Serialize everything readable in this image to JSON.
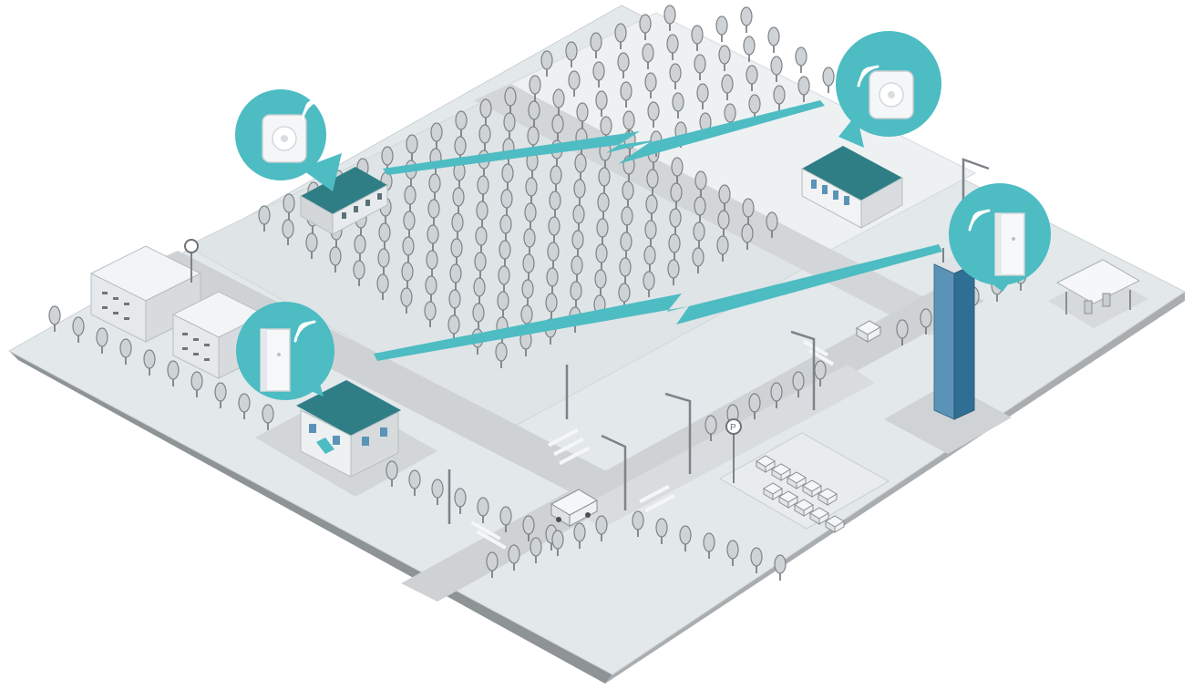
{
  "palette": {
    "background": "#ffffff",
    "ground_top": "#e3e8ea",
    "ground_side": "#8e9396",
    "ground_front": "#c7cbcd",
    "road": "#cfd2d4",
    "plot": "#eef1f2",
    "accent_teal": "#4dbcc3",
    "roof_teal": "#2f7e86",
    "window_blue": "#5b93b8",
    "tree": "#cfd3d6"
  },
  "icons": {
    "outdoor_cpe": "outdoor-cpe-antenna-icon",
    "access_point": "wifi-access-point-icon",
    "wifi_signal": "wifi-signal-icon",
    "wireless_link": "wireless-link-bolt-icon",
    "bus_stop": "bus-stop-sign-icon",
    "parking": "parking-sign-icon"
  },
  "scene": {
    "nodes": [
      {
        "id": "left-house",
        "device": "outdoor_cpe",
        "kind": "house"
      },
      {
        "id": "right-office",
        "device": "outdoor_cpe",
        "kind": "office"
      },
      {
        "id": "front-home",
        "device": "access_point",
        "kind": "home"
      },
      {
        "id": "tower",
        "device": "access_point",
        "kind": "skyscraper"
      }
    ],
    "links": [
      {
        "from": "left-house",
        "to": "right-office"
      },
      {
        "from": "front-home",
        "to": "tower"
      }
    ]
  }
}
